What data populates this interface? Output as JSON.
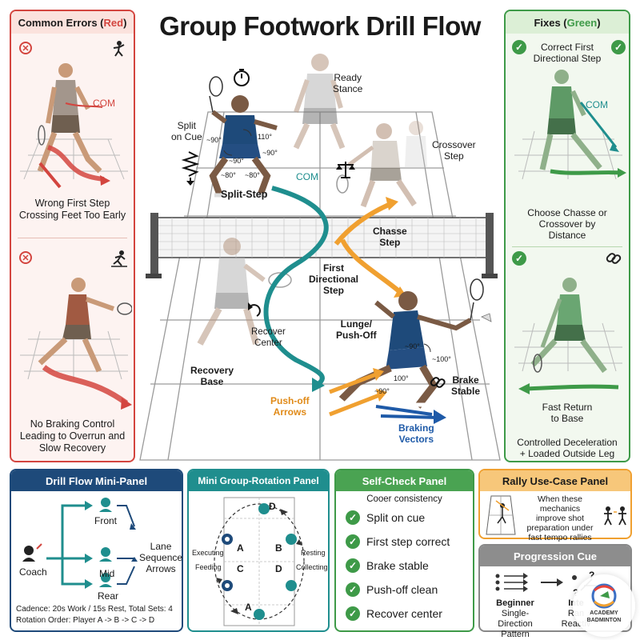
{
  "title": "Group Footwork Drill Flow",
  "left_panel": {
    "header_text": "Common Errors (",
    "header_color_word": "Red",
    "header_close": ")",
    "com_label": "COM",
    "error1_caption": [
      "Wrong First Step",
      "Crossing Feet Too Early"
    ],
    "error2_caption": [
      "No Braking Control",
      "Leading to Overrun and",
      "Slow Recovery"
    ]
  },
  "right_panel": {
    "header_text": "Fixes (",
    "header_color_word": "Green",
    "header_close": ")",
    "fix1_caption": [
      "Correct First",
      "Directional Step"
    ],
    "com_label": "COM",
    "fix2_caption": [
      "Choose Chasse or",
      "Crossover by",
      "Distance"
    ],
    "fix3_caption": [
      "Fast Return",
      "to Base"
    ],
    "fix4_caption": [
      "Controlled Deceleration",
      "+ Loaded Outside Leg"
    ]
  },
  "court": {
    "ready_stance": [
      "Ready",
      "Stance"
    ],
    "split_on_cue": [
      "Split",
      "on Cue"
    ],
    "split_step": "Split-Step",
    "com_label": "COM",
    "crossover_step": [
      "Crossover",
      "Step"
    ],
    "chasse_step": [
      "Chasse",
      "Step"
    ],
    "first_directional_step": [
      "First",
      "Directional",
      "Step"
    ],
    "recover_center": [
      "Recover",
      "Center"
    ],
    "recovery_base": [
      "Recovery",
      "Base"
    ],
    "lunge": [
      "Lunge/",
      "Push-Off"
    ],
    "brake_stable": [
      "Brake",
      "Stable"
    ],
    "push_off_arrows": [
      "Push-off",
      "Arrows"
    ],
    "braking_vectors": [
      "Braking",
      "Vectors"
    ],
    "angles": {
      "a1": "~90°",
      "a2": "110°",
      "a3": "~90°",
      "a4": "~90°",
      "a5": "~80°",
      "a6": "~80°",
      "a7": "~90°",
      "a8": "~100°",
      "a9": "100°",
      "a10": "~90°"
    }
  },
  "drill_flow_panel": {
    "header": "Drill Flow Mini-Panel",
    "coach": "Coach",
    "front": "Front",
    "mid": "Mid",
    "rear": "Rear",
    "lane": [
      "Lane",
      "Sequence",
      "Arrows"
    ],
    "cadence": "Cadence: 20s Work / 15s Rest, Total Sets: 4",
    "rotation": "Rotation Order: Player A -> B -> C -> D"
  },
  "rotation_panel": {
    "header": "Mini Group-Rotation Panel",
    "executing": "Executing",
    "feeding": "Feeding",
    "resting": "Resting",
    "collecting": "Collecting",
    "letters": [
      "D",
      "A",
      "B",
      "C",
      "D",
      "A"
    ]
  },
  "self_check_panel": {
    "header": "Self-Check Panel",
    "subtitle": "Cooer consistency",
    "items": [
      "Split on cue",
      "First step correct",
      "Brake stable",
      "Push-off clean",
      "Recover center"
    ]
  },
  "rally_panel": {
    "header": "Rally Use-Case Panel",
    "text": [
      "When these mechanics",
      "improve shot",
      "preparation under",
      "fast tempo rallies"
    ]
  },
  "progression_panel": {
    "header": "Progression Cue",
    "beginner": "Beginner",
    "beginner_sub": [
      "Single-Direction",
      "Pattern"
    ],
    "inter": "Inte",
    "inter_sub": [
      "Ran",
      "Reactiv"
    ]
  },
  "watermark": [
    "ACADEMY",
    "BADMINTON"
  ],
  "colors": {
    "red": "#d3453f",
    "green": "#3e9a48",
    "teal": "#1f8e8e",
    "orange": "#f0a030",
    "navy": "#1e4a7a",
    "blue": "#1e5aa8"
  }
}
